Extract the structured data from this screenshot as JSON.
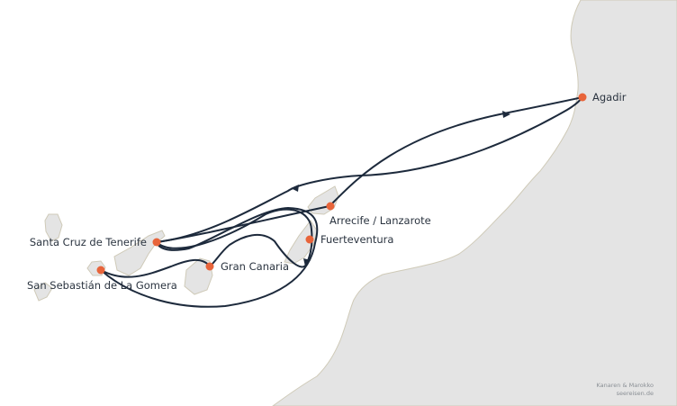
{
  "map": {
    "ports": [
      {
        "id": "agadir",
        "label": "Agadir"
      },
      {
        "id": "arrecife",
        "label": "Arrecife / Lanzarote"
      },
      {
        "id": "fuerteventura",
        "label": "Fuerteventura"
      },
      {
        "id": "gran-canaria",
        "label": "Gran Canaria"
      },
      {
        "id": "tenerife",
        "label": "Santa Cruz de Tenerife"
      },
      {
        "id": "la-gomera",
        "label": "San Sebastián de La Gomera"
      }
    ],
    "route_order": [
      "agadir",
      "tenerife",
      "arrecife",
      "agadir"
    ],
    "colors": {
      "land": "#e4e4e4",
      "coast": "#cfcab8",
      "route": "#1d2a3c",
      "port": "#e8643a"
    }
  },
  "credit": {
    "line1": "Kanaren & Marokko",
    "line2": "seereisen.de"
  }
}
